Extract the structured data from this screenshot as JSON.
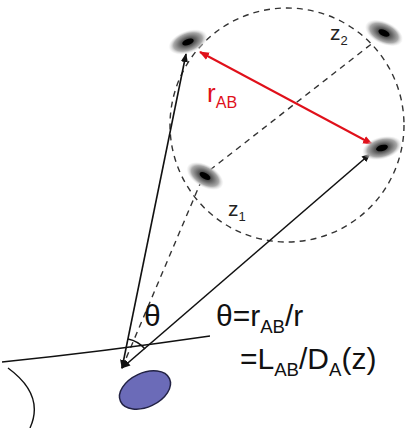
{
  "diagram": {
    "labels": [
      "r",
      "AB",
      "z",
      "2",
      "z",
      "1",
      "θ",
      "θ=r",
      "AB",
      "/r",
      "=L",
      "AB",
      "/D",
      "A",
      "(z)"
    ]
  }
}
